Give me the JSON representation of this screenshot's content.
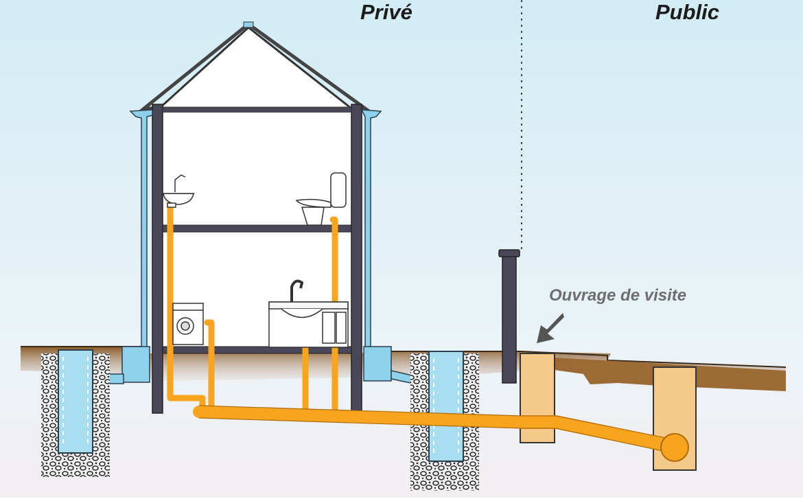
{
  "labels": {
    "private_zone": "Privé",
    "public_zone": "Public",
    "inspection_chamber": "Ouvrage de visite"
  },
  "colors": {
    "sky_top": "#d2ecf5",
    "sky_bottom": "#f2eef2",
    "house_outline": "#3b3a48",
    "rain_pipe": "#8fd0ea",
    "waste_pipe": "#f7a51f",
    "soil": "#8a5a28",
    "chamber": "#f4c98a"
  },
  "icons": [
    "house-icon",
    "sink-icon",
    "toilet-icon",
    "washing-machine-icon",
    "kitchen-sink-icon",
    "arrow-icon",
    "infiltration-well-icon",
    "vent-pipe-icon"
  ]
}
